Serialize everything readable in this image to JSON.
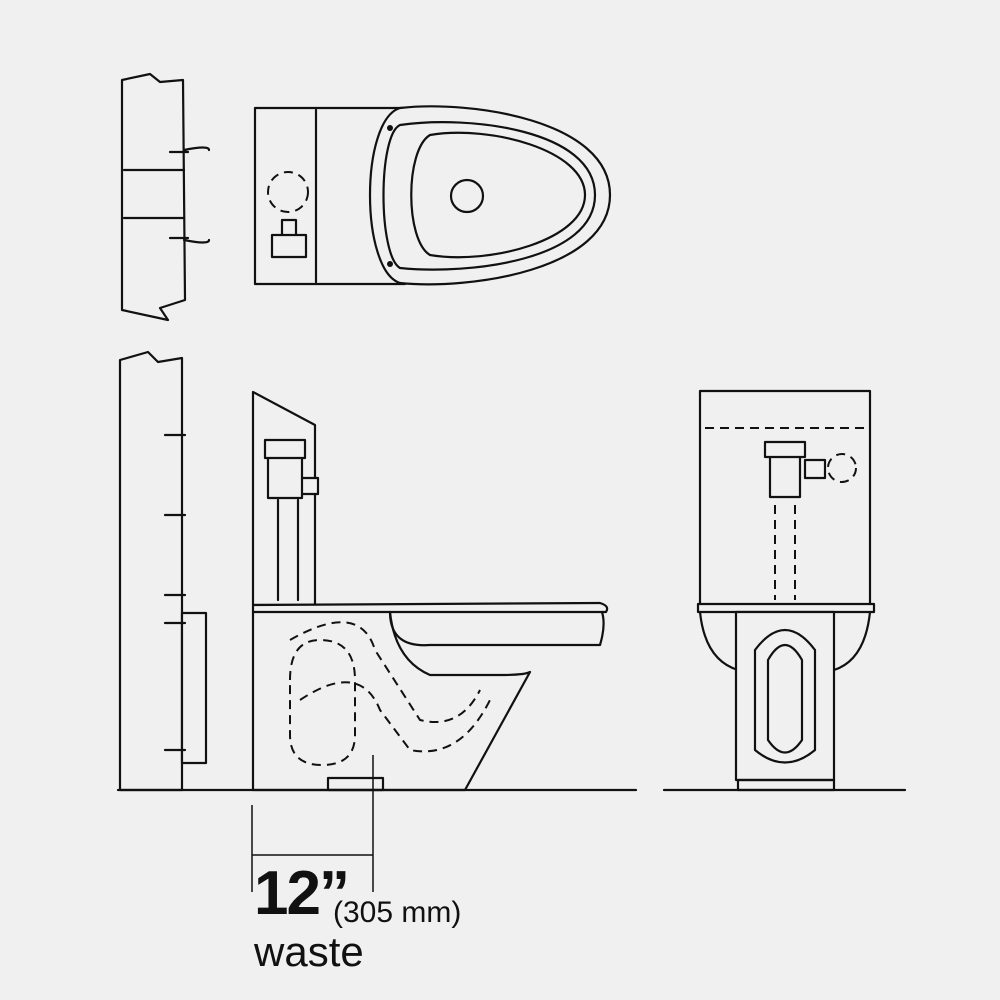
{
  "dimension": {
    "value": "12”",
    "metric": "(305 mm)",
    "caption": "waste"
  },
  "colors": {
    "background": "#f0f0f0",
    "line": "#111111"
  },
  "views": [
    "top-view",
    "side-view",
    "front-view"
  ]
}
